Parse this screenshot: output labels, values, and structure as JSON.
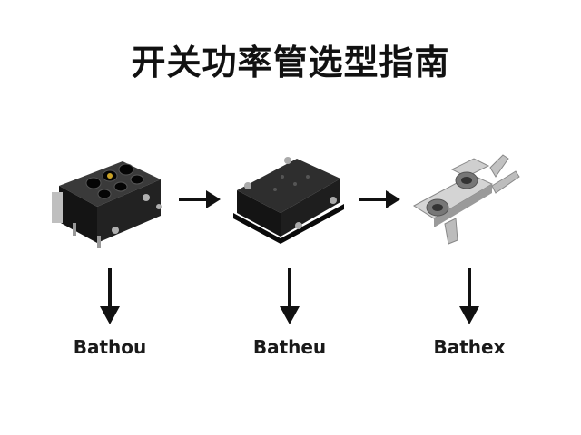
{
  "title": "开关功率管选型指南",
  "components": [
    {
      "label": "Bathou",
      "icon": "black-switch-module-icon"
    },
    {
      "label": "Batheu",
      "icon": "black-mounting-block-icon"
    },
    {
      "label": "Bathex",
      "icon": "metal-terminal-bracket-icon"
    }
  ],
  "colors": {
    "text": "#111111",
    "arrow": "#111111",
    "black_part": "#1a1a1a",
    "metal_part": "#c9c9c9"
  }
}
